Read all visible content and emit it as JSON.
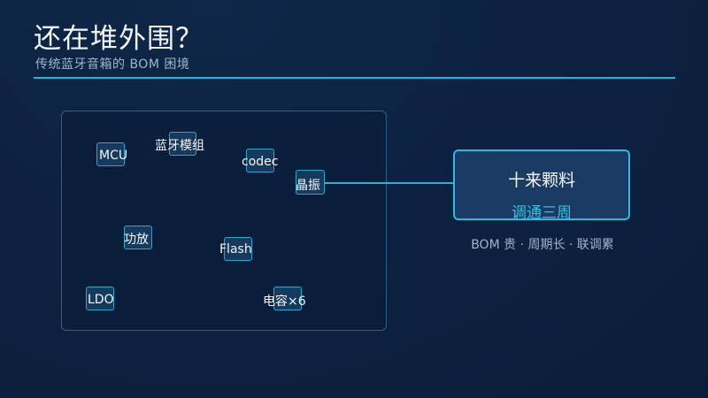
{
  "header": {
    "title": "还在堆外围？",
    "subtitle": "传统蓝牙音箱的 BOM 困境"
  },
  "board": {
    "components": {
      "mcu": "MCU",
      "bt_module": "蓝牙模组",
      "codec": "codec",
      "crystal": "晶振",
      "amp": "功放",
      "flash": "Flash",
      "ldo": "LDO",
      "caps": "电容×6"
    }
  },
  "summary": {
    "main": "十来颗料",
    "sub": "调通三周",
    "caption": "BOM 贵 · 周期长 · 联调累"
  },
  "colors": {
    "accent": "#22b2d3",
    "accent_text": "#2ec3e6",
    "background": "#0d2242"
  }
}
